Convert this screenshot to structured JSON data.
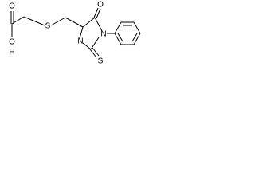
{
  "molecule": {
    "atoms": {
      "carboxyl_oxygen_double": "O",
      "hydroxyl_oxygen": "O",
      "hydroxyl_hydrogen": "H",
      "thioether_sulfur": "S",
      "ring_nitrogen_upper": "N",
      "ring_nitrogen_lower": "N",
      "carbonyl_oxygen": "O",
      "thione_sulfur": "S"
    },
    "colors": {
      "bond": "#000000",
      "label": "#000000",
      "background": "#ffffff"
    }
  }
}
